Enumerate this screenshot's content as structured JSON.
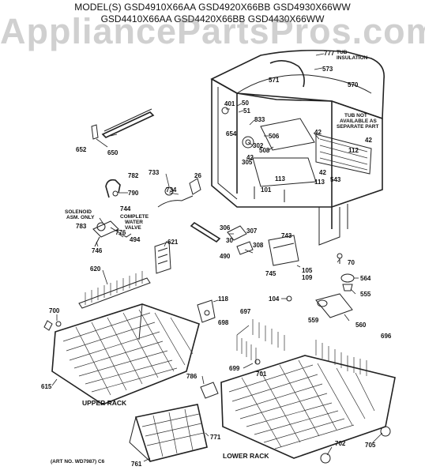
{
  "header": {
    "line1": "MODEL(S) GSD4910X66AA  GSD4920X66BB  GSD4930X66WW",
    "line2": "GSD4410X66AA  GSD4420X66BB  GSD4430X66WW"
  },
  "watermark": "AppliancePartsPros.com",
  "notes": {
    "tub_insulation_1": "TUB",
    "tub_insulation_2": "INSULATION",
    "tub_not_1": "TUB NOT",
    "tub_not_2": "AVAILABLE AS",
    "tub_not_3": "SEPARATE PART",
    "solenoid_1": "SOLENOID",
    "solenoid_2": "ASM. ONLY",
    "complete_1": "COMPLETE",
    "complete_2": "WATER",
    "complete_3": "VALVE",
    "upper_rack": "UPPER RACK",
    "lower_rack": "LOWER RACK",
    "art_no": "(ART NO. WD7987)  C6"
  },
  "parts": {
    "p777": "777",
    "p573": "573",
    "p571": "571",
    "p570": "570",
    "p401": "401",
    "p50": "50",
    "p51": "51",
    "p833": "833",
    "p654": "654",
    "p506": "506",
    "p302": "302",
    "p508": "508",
    "p305": "305",
    "p42a": "42",
    "p42b": "42",
    "p42c": "42",
    "p42d": "42",
    "p112": "112",
    "p113a": "113",
    "p113b": "113",
    "p543": "543",
    "p101": "101",
    "p652": "652",
    "p650": "650",
    "p782": "782",
    "p790": "790",
    "p733": "733",
    "p734": "734",
    "p26": "26",
    "p744": "744",
    "p783": "783",
    "p776": "776",
    "p494": "494",
    "p746": "746",
    "p306": "306",
    "p307": "307",
    "p30": "30",
    "p308": "308",
    "p490": "490",
    "p621": "621",
    "p743": "743",
    "p70": "70",
    "p105": "105",
    "p109": "109",
    "p745": "745",
    "p564": "564",
    "p555": "555",
    "p620": "620",
    "p104": "104",
    "p118": "118",
    "p697": "697",
    "p559": "559",
    "p560": "560",
    "p700": "700",
    "p698": "698",
    "p696": "696",
    "p699": "699",
    "p701": "701",
    "p615": "615",
    "p786": "786",
    "p771": "771",
    "p702": "702",
    "p705": "705",
    "p761": "761"
  }
}
